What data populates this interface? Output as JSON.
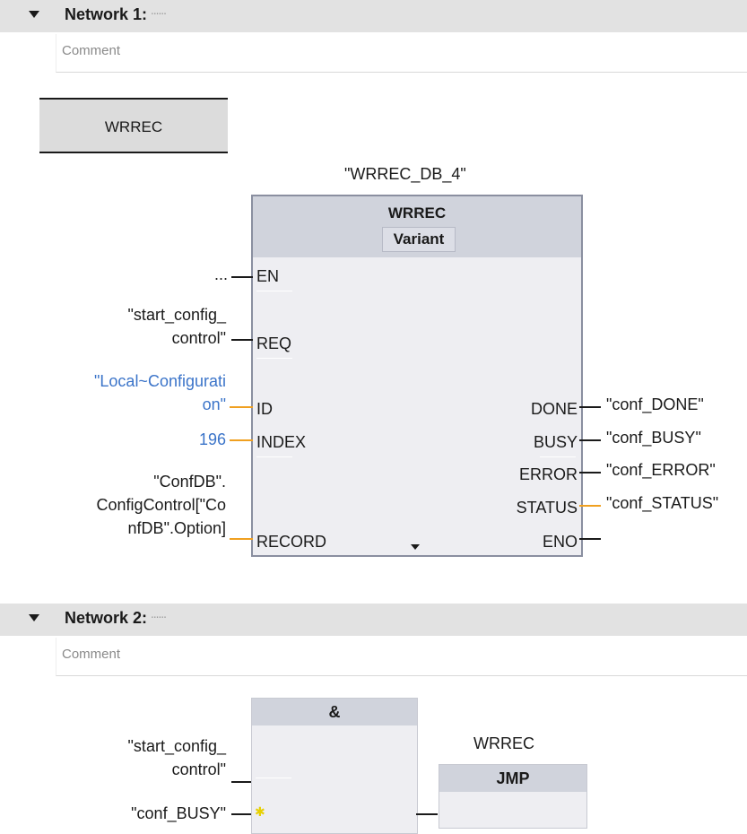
{
  "network1": {
    "title": "Network 1:",
    "dots": "......",
    "comment_placeholder": "Comment",
    "box_label": "WRREC",
    "instance_name": "\"WRREC_DB_4\"",
    "block": {
      "name": "WRREC",
      "type": "Variant",
      "inputs": [
        "EN",
        "REQ",
        "ID",
        "INDEX",
        "RECORD"
      ],
      "outputs": [
        "DONE",
        "BUSY",
        "ERROR",
        "STATUS",
        "ENO"
      ]
    },
    "operands": {
      "en": "...",
      "req_line1": "\"start_config_",
      "req_line2": "control\"",
      "id_line1": "\"Local~Configurati",
      "id_line2": "on\"",
      "index": "196",
      "record_line1": "\"ConfDB\".",
      "record_line2": "ConfigControl[\"Co",
      "record_line3": "nfDB\".Option]",
      "done": "\"conf_DONE\"",
      "busy": "\"conf_BUSY\"",
      "error": "\"conf_ERROR\"",
      "status": "\"conf_STATUS\""
    }
  },
  "network2": {
    "title": "Network 2:",
    "dots": "......",
    "comment_placeholder": "Comment",
    "and_label": "&",
    "in1_line1": "\"start_config_",
    "in1_line2": "control\"",
    "in2": "\"conf_BUSY\"",
    "jump_target": "WRREC",
    "jump_op": "JMP"
  },
  "colors": {
    "header_bg": "#e2e2e2",
    "block_header": "#d0d3dc",
    "block_body": "#eeeef2",
    "wire_orange": "#f0a020",
    "constant_blue": "#3b74c9"
  }
}
